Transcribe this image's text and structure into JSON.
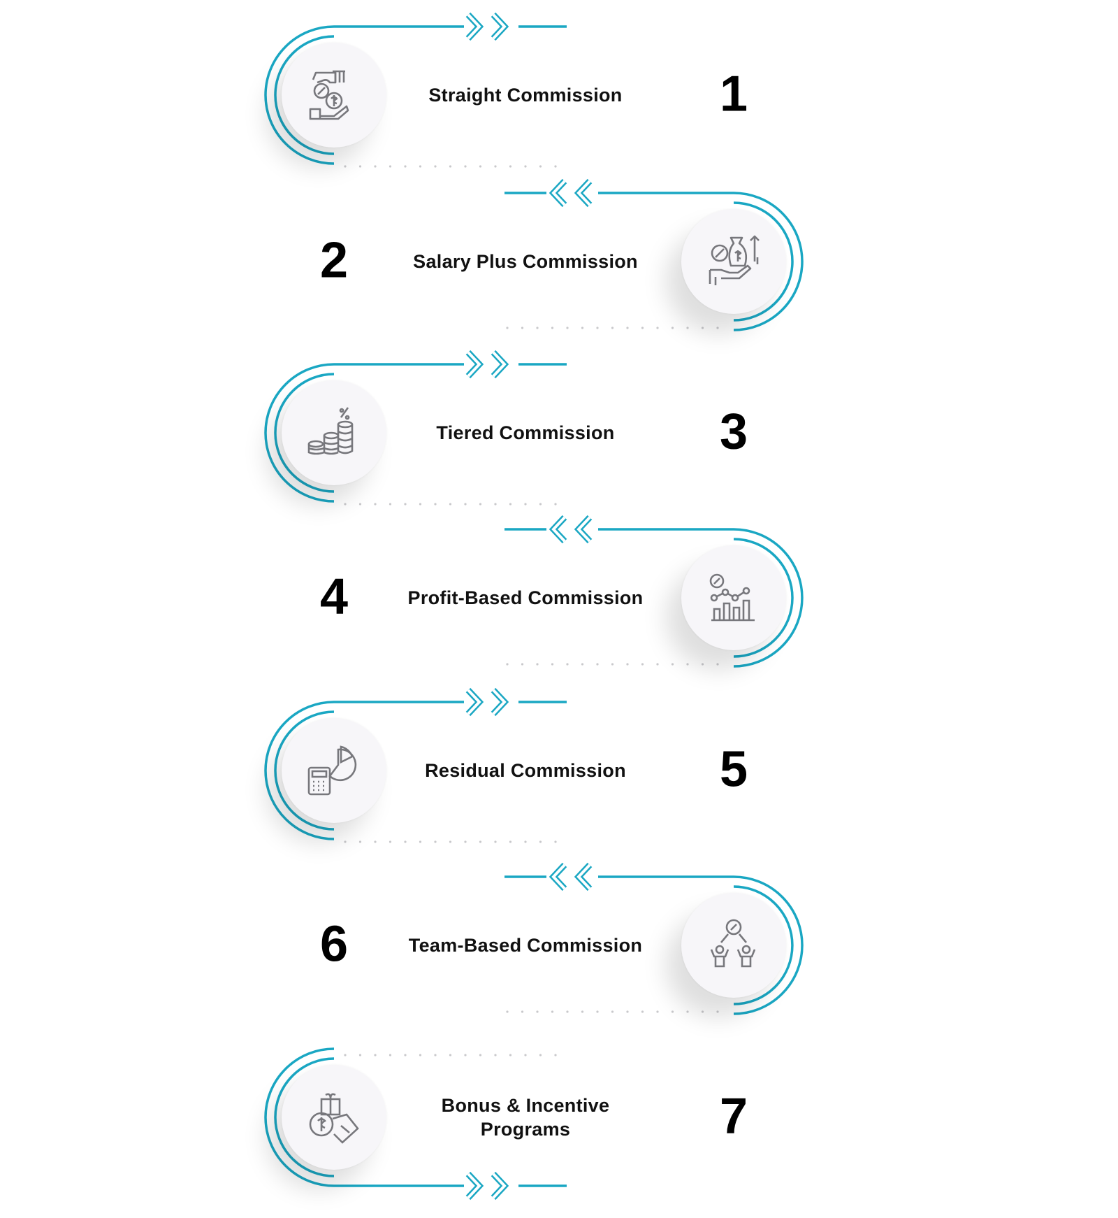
{
  "accent_color": "#1aa7c3",
  "items": [
    {
      "number": "1",
      "title": "Straight Commission",
      "icon": "hand-exchange-dollar-percent-icon"
    },
    {
      "number": "2",
      "title": "Salary Plus Commission",
      "icon": "money-bag-hand-growth-icon"
    },
    {
      "number": "3",
      "title": "Tiered Commission",
      "icon": "coin-stacks-percent-icon"
    },
    {
      "number": "4",
      "title": "Profit-Based Commission",
      "icon": "bar-chart-percent-icon"
    },
    {
      "number": "5",
      "title": "Residual Commission",
      "icon": "calculator-pie-chart-icon"
    },
    {
      "number": "6",
      "title": "Team-Based Commission",
      "icon": "team-percent-split-icon"
    },
    {
      "number": "7",
      "title": "Bonus & Incentive Programs",
      "icon": "gift-dollar-percent-tag-icon"
    }
  ]
}
